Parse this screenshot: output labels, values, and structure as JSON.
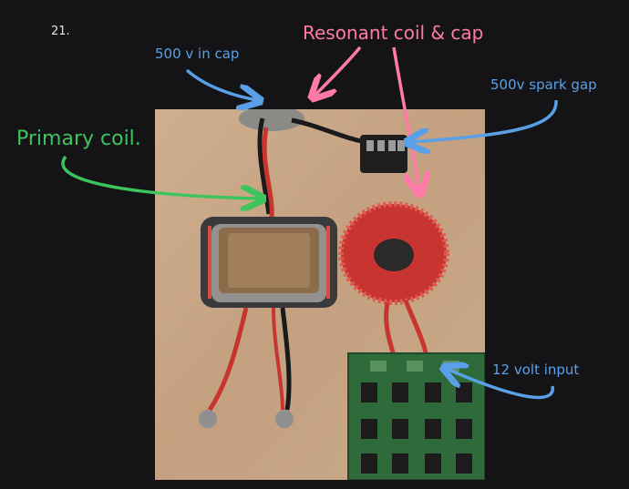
{
  "slide_number": "21.",
  "labels": {
    "cap": "500 v in cap",
    "resonant": "Resonant coil & cap",
    "spark_gap": "500v spark gap",
    "primary": "Primary coil.",
    "input": "12 volt input"
  },
  "colors": {
    "background": "#141416",
    "blue_annotation": "#5aa0e8",
    "pink_annotation": "#ff7aa8",
    "green_annotation": "#3ec45c"
  }
}
